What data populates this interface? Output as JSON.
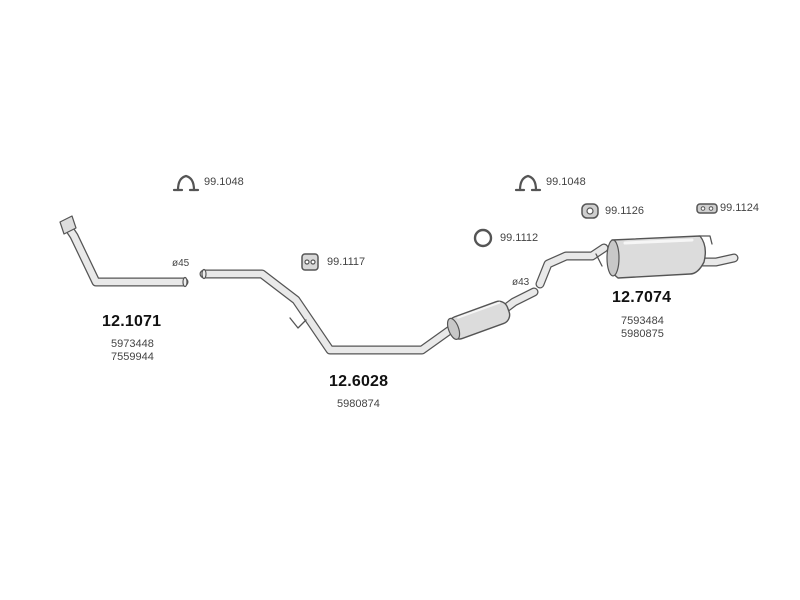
{
  "clamps": [
    {
      "code": "99.1048"
    },
    {
      "code": "99.1048"
    },
    {
      "code": "99.1117"
    },
    {
      "code": "99.1112"
    },
    {
      "code": "99.1126"
    },
    {
      "code": "99.1124"
    }
  ],
  "diameters": [
    {
      "label": "ø45"
    },
    {
      "label": "ø43"
    }
  ],
  "parts": [
    {
      "number": "12.1071",
      "oem": [
        "5973448",
        "7559944"
      ]
    },
    {
      "number": "12.6028",
      "oem": [
        "5980874"
      ]
    },
    {
      "number": "12.7074",
      "oem": [
        "7593484",
        "5980875"
      ]
    }
  ]
}
